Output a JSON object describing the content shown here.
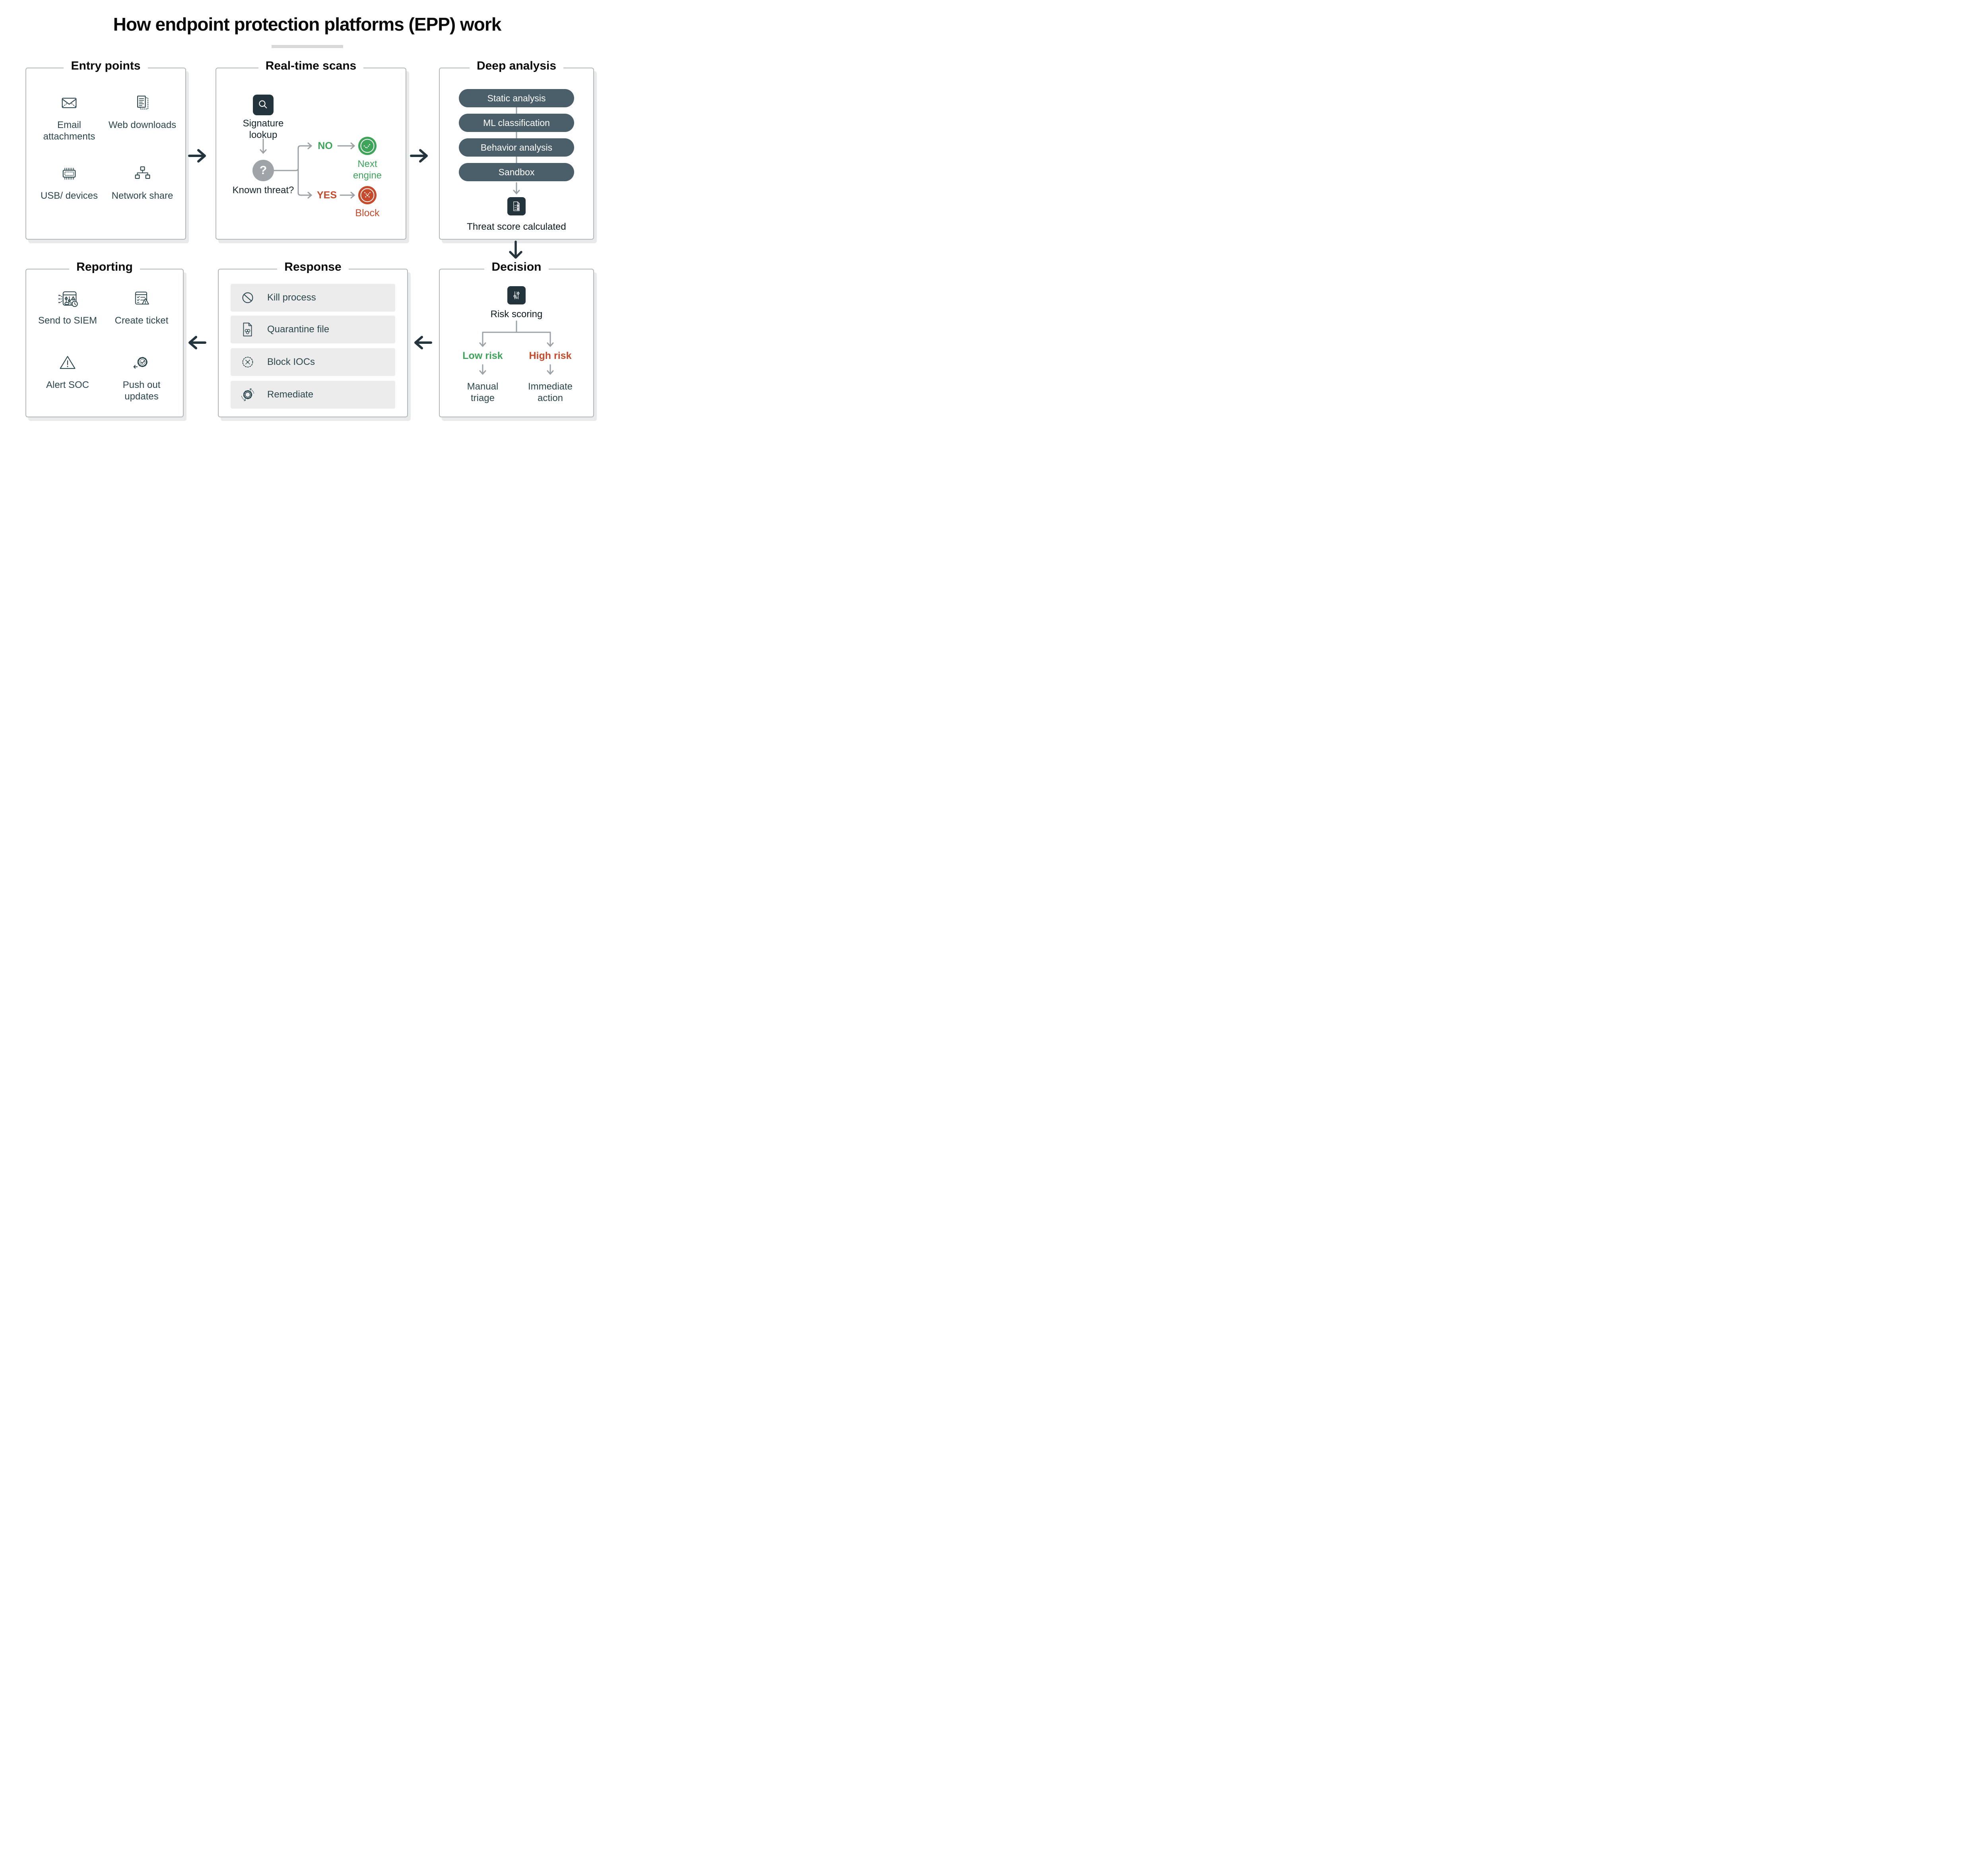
{
  "title": "How endpoint protection platforms (EPP) work",
  "colors": {
    "background": "#ffffff",
    "panel_border": "#b2b7ba",
    "panel_shadow": "#e9eaeb",
    "title_text": "#0b0b0b",
    "body_text": "#2c464e",
    "dark_slate": "#24343c",
    "pill_bg": "#4a5f6a",
    "green": "#3da45a",
    "red": "#c64a2c",
    "gray_line": "#9aa0a4",
    "gray_circle": "#9fa4a8",
    "row_bg": "#ebeceb",
    "underline_bar": "#d8d8d8"
  },
  "panels": {
    "entry_points": {
      "title": "Entry points",
      "items": [
        {
          "icon": "email-icon",
          "label": "Email attachments"
        },
        {
          "icon": "web-download-icon",
          "label": "Web downloads"
        },
        {
          "icon": "usb-chip-icon",
          "label": "USB/ devices"
        },
        {
          "icon": "network-share-icon",
          "label": "Network share"
        }
      ]
    },
    "realtime_scans": {
      "title": "Real-time scans",
      "signature_label": "Signature lookup",
      "question_label": "Known threat?",
      "no_label": "NO",
      "yes_label": "YES",
      "next_engine_label": "Next engine",
      "block_label": "Block",
      "branches": [
        {
          "condition": "NO",
          "result": "Next engine",
          "color": "green"
        },
        {
          "condition": "YES",
          "result": "Block",
          "color": "red"
        }
      ]
    },
    "deep_analysis": {
      "title": "Deep analysis",
      "pills": [
        "Static analysis",
        "ML classification",
        "Behavior analysis",
        "Sandbox"
      ],
      "result_label": "Threat score calculated"
    },
    "decision": {
      "title": "Decision",
      "root_label": "Risk scoring",
      "low_label": "Low risk",
      "high_label": "High risk",
      "low_action": "Manual triage",
      "high_action": "Immediate action"
    },
    "response": {
      "title": "Response",
      "items": [
        {
          "icon": "kill-process-icon",
          "label": "Kill process"
        },
        {
          "icon": "quarantine-file-icon",
          "label": "Quarantine file"
        },
        {
          "icon": "block-iocs-icon",
          "label": "Block IOCs"
        },
        {
          "icon": "remediate-icon",
          "label": "Remediate"
        }
      ]
    },
    "reporting": {
      "title": "Reporting",
      "items": [
        {
          "icon": "send-to-siem-icon",
          "label": "Send to SIEM"
        },
        {
          "icon": "create-ticket-icon",
          "label": "Create ticket"
        },
        {
          "icon": "alert-soc-icon",
          "label": "Alert SOC"
        },
        {
          "icon": "push-updates-icon",
          "label": "Push out updates"
        }
      ]
    }
  },
  "flow_arrows": [
    {
      "from": "Entry points",
      "to": "Real-time scans",
      "direction": "right"
    },
    {
      "from": "Real-time scans",
      "to": "Deep analysis",
      "direction": "right"
    },
    {
      "from": "Deep analysis",
      "to": "Decision",
      "direction": "down"
    },
    {
      "from": "Decision",
      "to": "Response",
      "direction": "left"
    },
    {
      "from": "Response",
      "to": "Reporting",
      "direction": "left"
    }
  ]
}
